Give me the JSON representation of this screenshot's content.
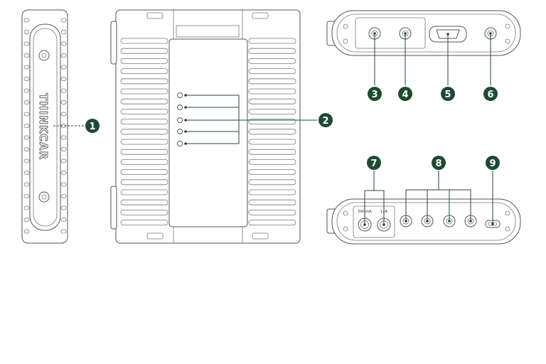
{
  "device": {
    "brand": "THINKCAR",
    "port_labels": {
      "current": "500mA",
      "voltage": "12A"
    }
  },
  "callouts": [
    "1",
    "2",
    "3",
    "4",
    "5",
    "6",
    "7",
    "8",
    "9"
  ],
  "colors": {
    "badge": "#1f4a32",
    "outline": "#555555"
  }
}
